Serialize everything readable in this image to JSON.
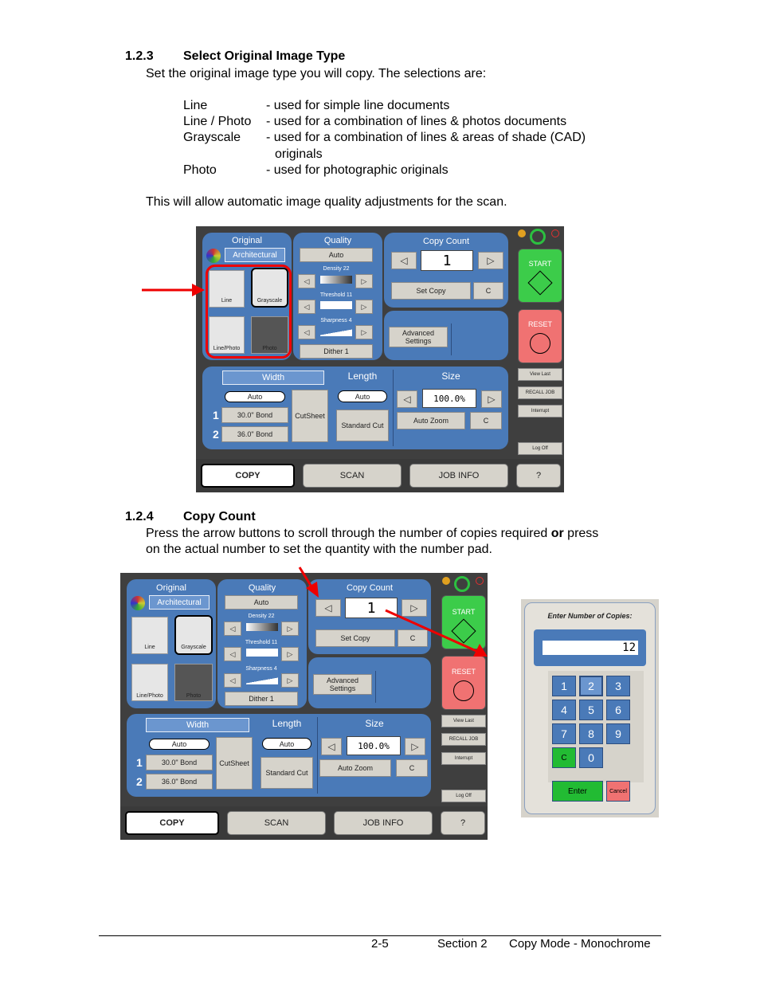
{
  "sec1": {
    "num": "1.2.3",
    "title": "Select Original Image Type",
    "intro": "Set the original image type you will copy. The selections are:",
    "items": [
      {
        "term": "Line",
        "desc": "- used for simple line documents"
      },
      {
        "term": "Line / Photo",
        "desc": "- used for a combination of lines & photos documents"
      },
      {
        "term": "Grayscale",
        "desc": "- used for a combination of lines & areas of shade (CAD)"
      },
      {
        "term": "",
        "desc": "originals"
      },
      {
        "term": "Photo",
        "desc": "- used for photographic originals"
      }
    ],
    "outro": "This will allow automatic image quality adjustments for the scan."
  },
  "sec2": {
    "num": "1.2.4",
    "title": "Copy Count",
    "line1_a": "Press the arrow buttons to scroll through the number of copies required ",
    "line1_b": "or",
    "line1_c": " press",
    "line2": "on the actual number to set the quantity with the number pad."
  },
  "ui": {
    "original_title": "Original",
    "original_mode": "Architectural",
    "quality_title": "Quality",
    "quality_value": "Auto",
    "density": "Density  22",
    "threshold": "Threshold  11",
    "sharpness": "Sharpness  4",
    "dither": "Dither 1",
    "img_types": [
      "Line",
      "Grayscale",
      "Line/Photo",
      "Photo"
    ],
    "copy_count_title": "Copy Count",
    "copy_count_value": "1",
    "set_copy": "Set Copy",
    "clear": "C",
    "advanced": "Advanced\nSettings",
    "width_title": "Width",
    "width_auto": "Auto",
    "roll1": "30.0\" Bond",
    "roll2": "36.0\" Bond",
    "cutsheet": "CutSheet",
    "length_title": "Length",
    "length_auto": "Auto",
    "standard_cut": "Standard Cut",
    "size_title": "Size",
    "size_value": "100.0%",
    "auto_zoom": "Auto Zoom",
    "start": "START",
    "reset": "RESET",
    "view_last": "View Last",
    "recall_job": "RECALL JOB",
    "interrupt": "Interrupt",
    "log_off": "Log Off",
    "tab_copy": "COPY",
    "tab_scan": "SCAN",
    "tab_job": "JOB INFO",
    "tab_help": "?",
    "roll_nums": [
      "1",
      "2"
    ]
  },
  "keypad": {
    "title": "Enter Number of Copies:",
    "value": "12",
    "keys": [
      "1",
      "2",
      "3",
      "4",
      "5",
      "6",
      "7",
      "8",
      "9",
      "C",
      "0"
    ],
    "enter": "Enter",
    "cancel": "Cancel"
  },
  "footer": {
    "page": "2-5",
    "section": "Section 2",
    "chapter": "Copy Mode - Monochrome"
  }
}
